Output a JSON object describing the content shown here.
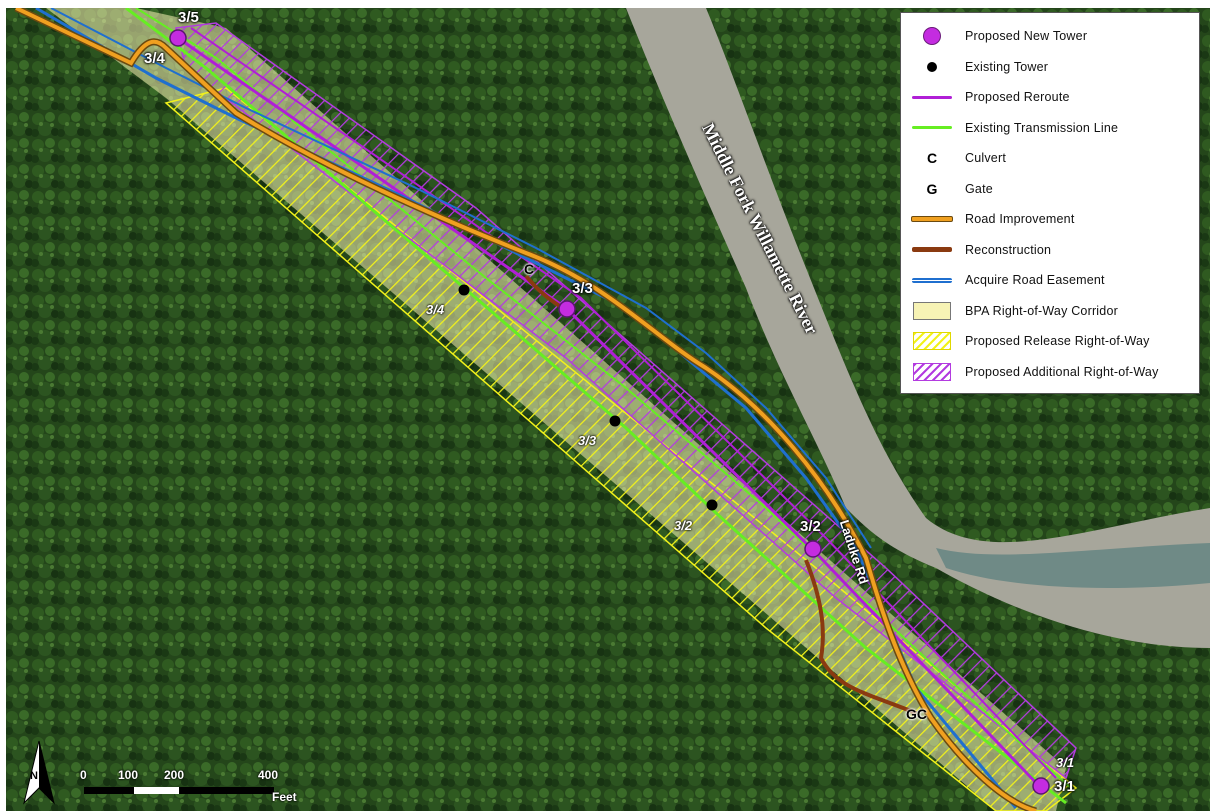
{
  "legend": {
    "items": [
      {
        "symbol": "purple-dot",
        "label": "Proposed New Tower"
      },
      {
        "symbol": "black-dot",
        "label": "Existing Tower"
      },
      {
        "symbol": "purple-line",
        "label": "Proposed Reroute"
      },
      {
        "symbol": "green-line",
        "label": "Existing Transmission Line"
      },
      {
        "symbol": "letter-c",
        "letter": "C",
        "label": "Culvert"
      },
      {
        "symbol": "letter-g",
        "letter": "G",
        "label": "Gate"
      },
      {
        "symbol": "orange-line",
        "label": "Road Improvement"
      },
      {
        "symbol": "brown-line",
        "label": "Reconstruction"
      },
      {
        "symbol": "blue-line",
        "label": "Acquire Road Easement"
      },
      {
        "symbol": "yellow-box",
        "label": "BPA Right-of-Way Corridor"
      },
      {
        "symbol": "yellow-hatch",
        "label": "Proposed Release Right-of-Way"
      },
      {
        "symbol": "purple-hatch",
        "label": "Proposed Additional Right-of-Way"
      }
    ]
  },
  "labels": {
    "river": "Middle Fork Willamette River",
    "road": "Laduke Rd",
    "culvert_top": "C",
    "gate_culvert": "GC"
  },
  "towers": {
    "new": [
      "3/5",
      "3/4",
      "3/3",
      "3/2",
      "3/1"
    ],
    "existing": [
      "3/4",
      "3/3",
      "3/2",
      "3/1"
    ]
  },
  "scale": {
    "ticks": [
      "0",
      "100",
      "200",
      "400"
    ],
    "unit": "Feet",
    "north": "N"
  },
  "colors": {
    "proposed_tower": "#c42ce0",
    "reroute": "#b01fd6",
    "existing_line": "#66ee22",
    "road_improvement": "#f0a020",
    "reconstruction": "#8a3a10",
    "easement": "#1f6fcf",
    "corridor": "#f7f3b5",
    "release_hatch": "#f2f21a",
    "additional_hatch": "#b33be0"
  }
}
